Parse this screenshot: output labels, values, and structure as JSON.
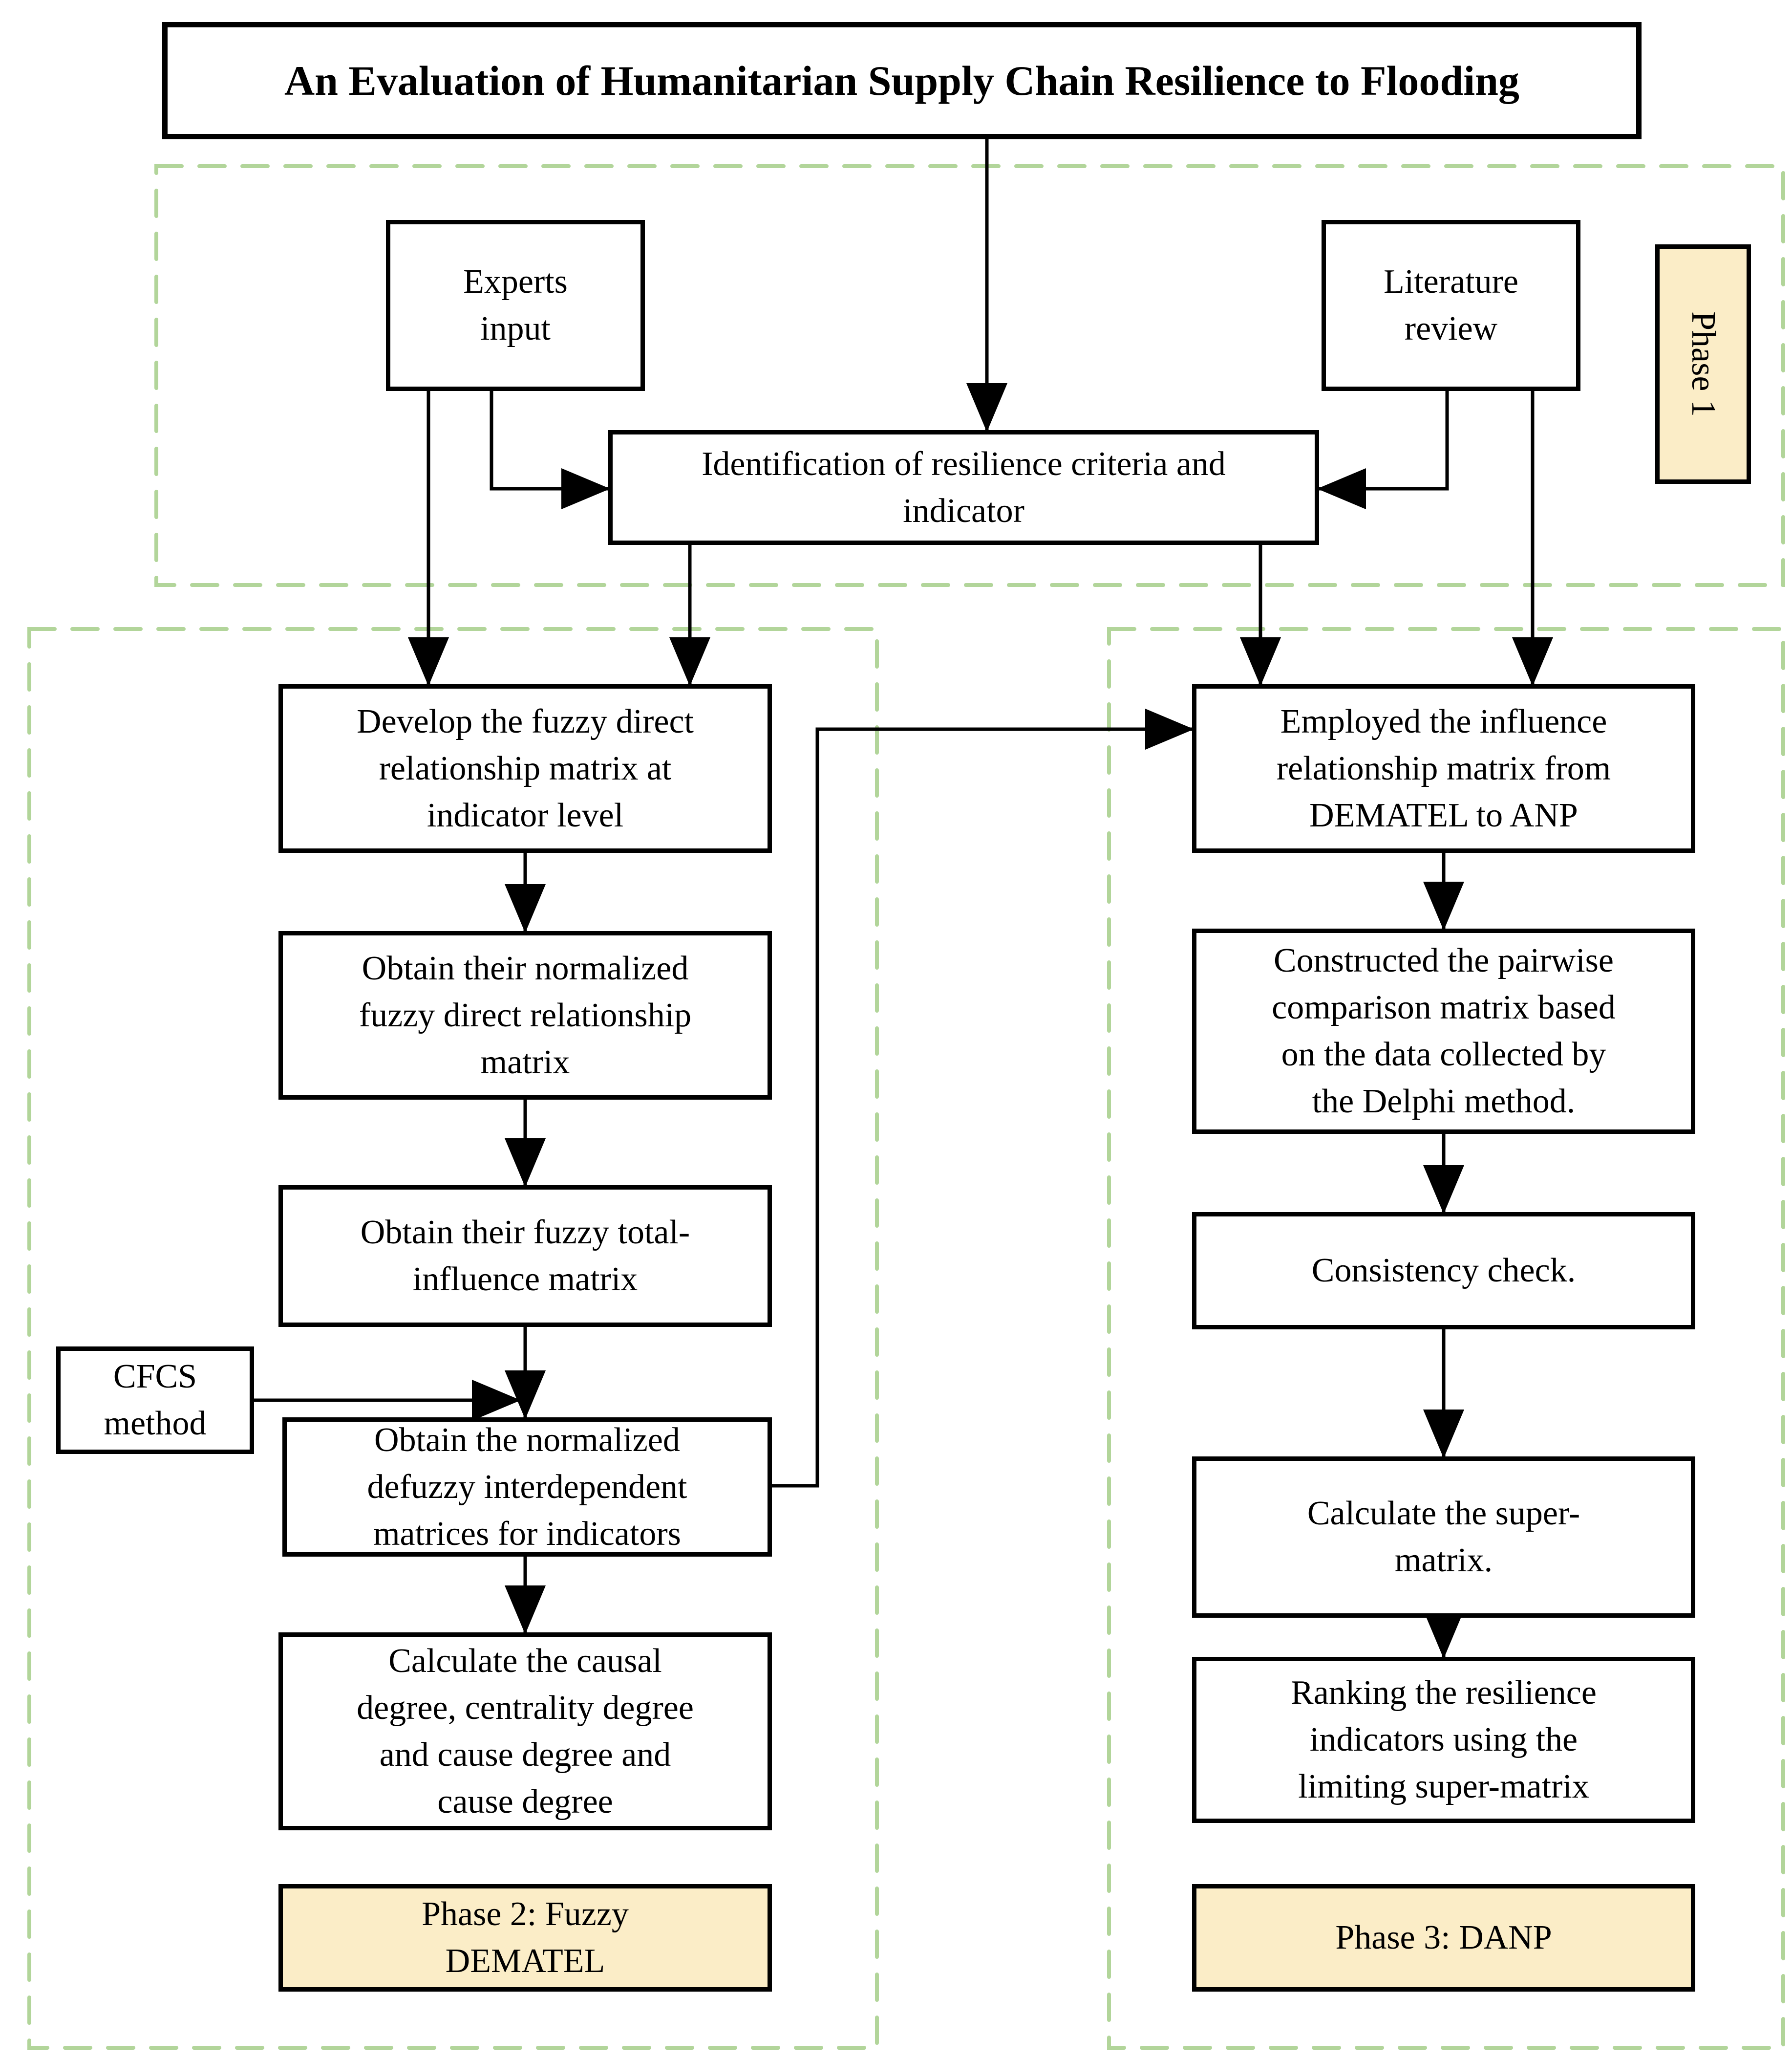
{
  "title": "An Evaluation of Humanitarian Supply Chain Resilience to Flooding",
  "colors": {
    "phase_label_fill": "#fbedc7",
    "dashed_border_green": "#b2d59a",
    "line_black": "#000000",
    "node_fill": "#ffffff"
  },
  "phase1": {
    "label": "Phase 1",
    "experts": "Experts\ninput",
    "literature": "Literature\nreview",
    "identification": "Identification of resilience criteria and\nindicator"
  },
  "phase2": {
    "label": "Phase 2:  Fuzzy\nDEMATEL",
    "steps": {
      "develop": "Develop the fuzzy direct\nrelationship matrix at\nindicator level",
      "normalize": "Obtain their normalized\nfuzzy direct relationship\nmatrix",
      "total_influence": "Obtain their fuzzy total-\ninfluence matrix",
      "cfcs": "CFCS\nmethod",
      "defuzzy": "Obtain the normalized\ndefuzzy interdependent\nmatrices for  indicators",
      "causal": "Calculate the causal\ndegree, centrality degree\nand cause degree and\ncause degree"
    }
  },
  "phase3": {
    "label": "Phase 3:  DANP",
    "steps": {
      "employed": "Employed the influence\nrelationship matrix  from\nDEMATEL to ANP",
      "pairwise": "Constructed the pairwise\ncomparison matrix based\non the data collected by\nthe Delphi method.",
      "consistency": "Consistency check.",
      "supermatrix": "Calculate the super-\nmatrix.",
      "ranking": "Ranking the resilience\nindicators using the\nlimiting super-matrix"
    }
  }
}
